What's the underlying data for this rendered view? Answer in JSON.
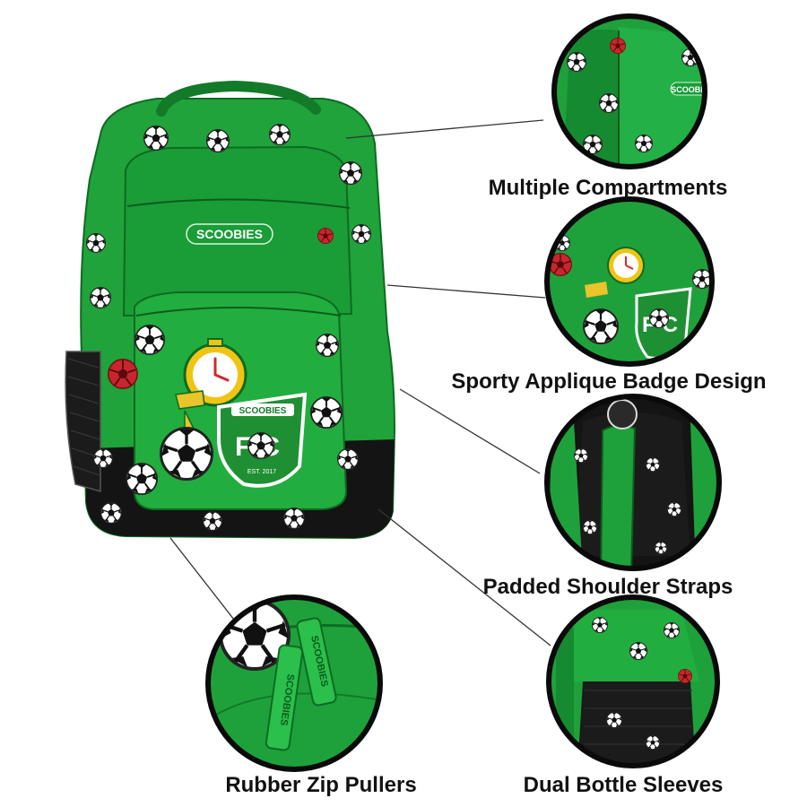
{
  "product": {
    "brand_logo": "SCOOBIES",
    "badge_text": "FC",
    "badge_est": "EST. 2017"
  },
  "features": [
    {
      "label": "Multiple Compartments"
    },
    {
      "label": "Sporty Applique Badge Design"
    },
    {
      "label": "Padded Shoulder Straps"
    },
    {
      "label": "Rubber Zip Pullers"
    },
    {
      "label": "Dual Bottle Sleeves"
    }
  ],
  "colors": {
    "bag_green": "#1fa33a",
    "bag_dark_green": "#137a29",
    "bag_black": "#141414",
    "ring": "#0a0a0a",
    "callout_line": "#333333"
  }
}
